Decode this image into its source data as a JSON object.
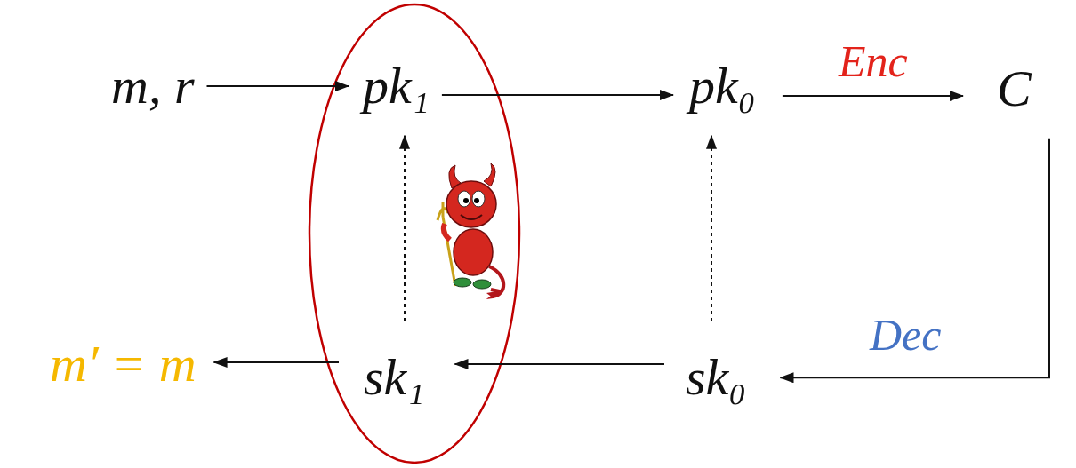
{
  "diagram": {
    "nodes": [
      {
        "text": [
          "m, r"
        ]
      },
      {
        "text": [
          "pk₁"
        ]
      },
      {
        "text": [
          "pk₀"
        ]
      },
      {
        "text": [
          "C"
        ]
      },
      {
        "text": [
          "sk₀"
        ]
      },
      {
        "text": [
          "sk₁"
        ]
      },
      {
        "text": [
          "m′ = m"
        ]
      }
    ],
    "edges": [
      {
        "from": 0,
        "to": 1,
        "arrow": "to"
      },
      {
        "from": 1,
        "to": 2,
        "arrow": "to"
      },
      {
        "from": 2,
        "to": 3,
        "label": "Enc",
        "arrow": "to"
      },
      {
        "from": 3,
        "to": 4,
        "label": "Dec",
        "arrow": "to"
      },
      {
        "from": 4,
        "to": 5,
        "arrow": "to"
      },
      {
        "from": 5,
        "to": 6,
        "arrow": "to"
      },
      {
        "from": 5,
        "to": 1,
        "arrow": "to"
      },
      {
        "from": 4,
        "to": 2,
        "arrow": "to"
      }
    ]
  }
}
